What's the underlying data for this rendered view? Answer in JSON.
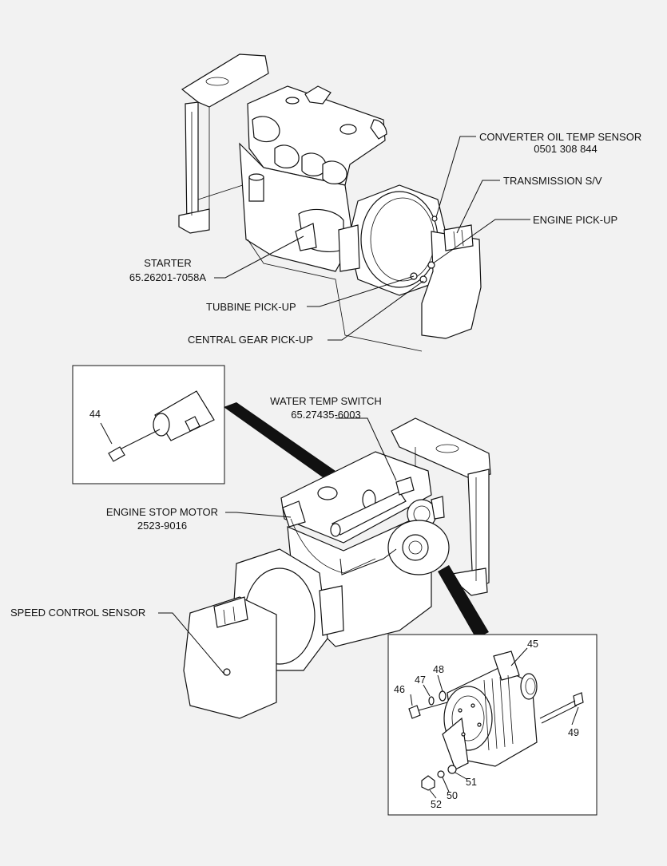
{
  "callouts": {
    "converter_oil_temp": {
      "name": "CONVERTER OIL TEMP SENSOR",
      "part": "0501 308 844"
    },
    "transmission_sv": {
      "name": "TRANSMISSION S/V"
    },
    "engine_pickup": {
      "name": "ENGINE PICK-UP"
    },
    "starter": {
      "name": "STARTER",
      "part": "65.26201-7058A"
    },
    "turbine_pickup": {
      "name": "TUBBINE PICK-UP"
    },
    "central_gear_pickup": {
      "name": "CENTRAL GEAR PICK-UP"
    },
    "water_temp_switch": {
      "name": "WATER TEMP SWITCH",
      "part": "65.27435-6003"
    },
    "engine_stop_motor": {
      "name": "ENGINE STOP MOTOR",
      "part": "2523-9016"
    },
    "speed_control_sensor": {
      "name": "SPEED CONTROL SENSOR"
    }
  },
  "item_numbers": {
    "i44": "44",
    "i45": "45",
    "i46": "46",
    "i47": "47",
    "i48": "48",
    "i49": "49",
    "i50": "50",
    "i51": "51",
    "i52": "52"
  }
}
